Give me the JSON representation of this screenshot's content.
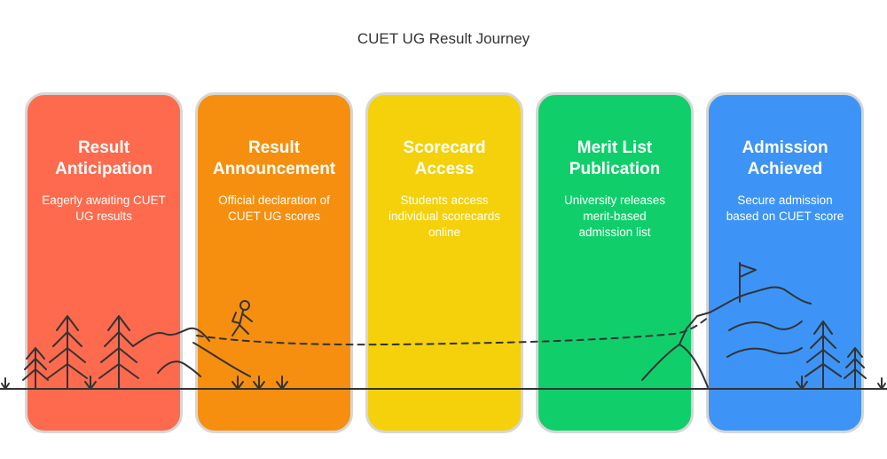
{
  "title": "CUET UG Result Journey",
  "stages": [
    {
      "heading": "Result\nAnticipation",
      "description": "Eagerly awaiting CUET\nUG results",
      "color": "#fd6a4d"
    },
    {
      "heading": "Result\nAnnouncement",
      "description": "Official declaration of\nCUET UG scores",
      "color": "#f68f0f"
    },
    {
      "heading": "Scorecard\nAccess",
      "description": "Students access\nindividual scorecards\nonline",
      "color": "#f4d10a"
    },
    {
      "heading": "Merit List\nPublication",
      "description": "University releases\nmerit-based\nadmission list",
      "color": "#10cf6b"
    },
    {
      "heading": "Admission\nAchieved",
      "description": "Secure admission\nbased on CUET score",
      "color": "#3d94f6"
    }
  ],
  "illustration": {
    "line_color": "#333333",
    "icons": [
      "pine-tree-icon",
      "hiker-icon",
      "mountain-icon",
      "flag-icon",
      "grass-icon"
    ]
  }
}
